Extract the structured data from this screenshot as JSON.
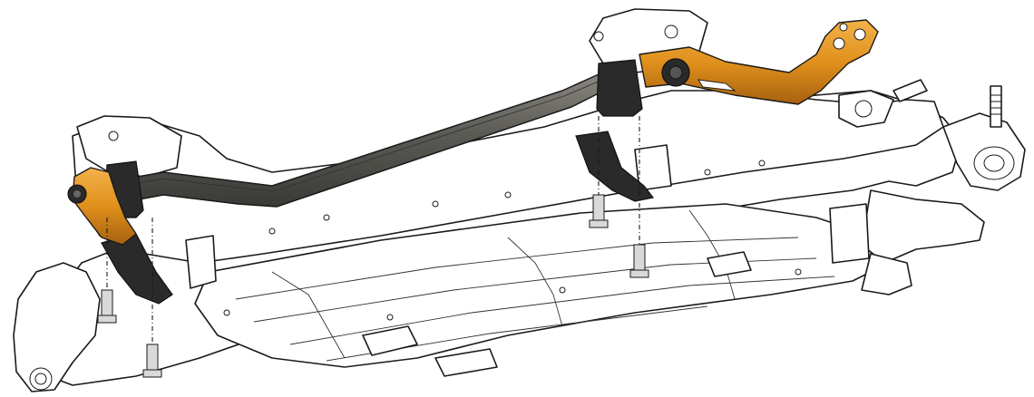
{
  "diagram": {
    "colors": {
      "frame": "#ffffff",
      "outline": "#1a1a1a",
      "sway_bar": "#5b5a55",
      "sway_bar_highlight": "#8a8880",
      "sway_bar_shadow": "#3a3935",
      "end_link": "#e0901c",
      "end_link_highlight": "#f3b24a",
      "end_link_shadow": "#a7610f",
      "bushing_bracket": "#2a2a2a",
      "bolt": "#d9d9d9"
    },
    "parts": [
      "subframe",
      "sway-bar",
      "sway-bar-end-link-right",
      "sway-bar-end-link-left",
      "bushing-bracket",
      "mounting-bolt"
    ]
  }
}
